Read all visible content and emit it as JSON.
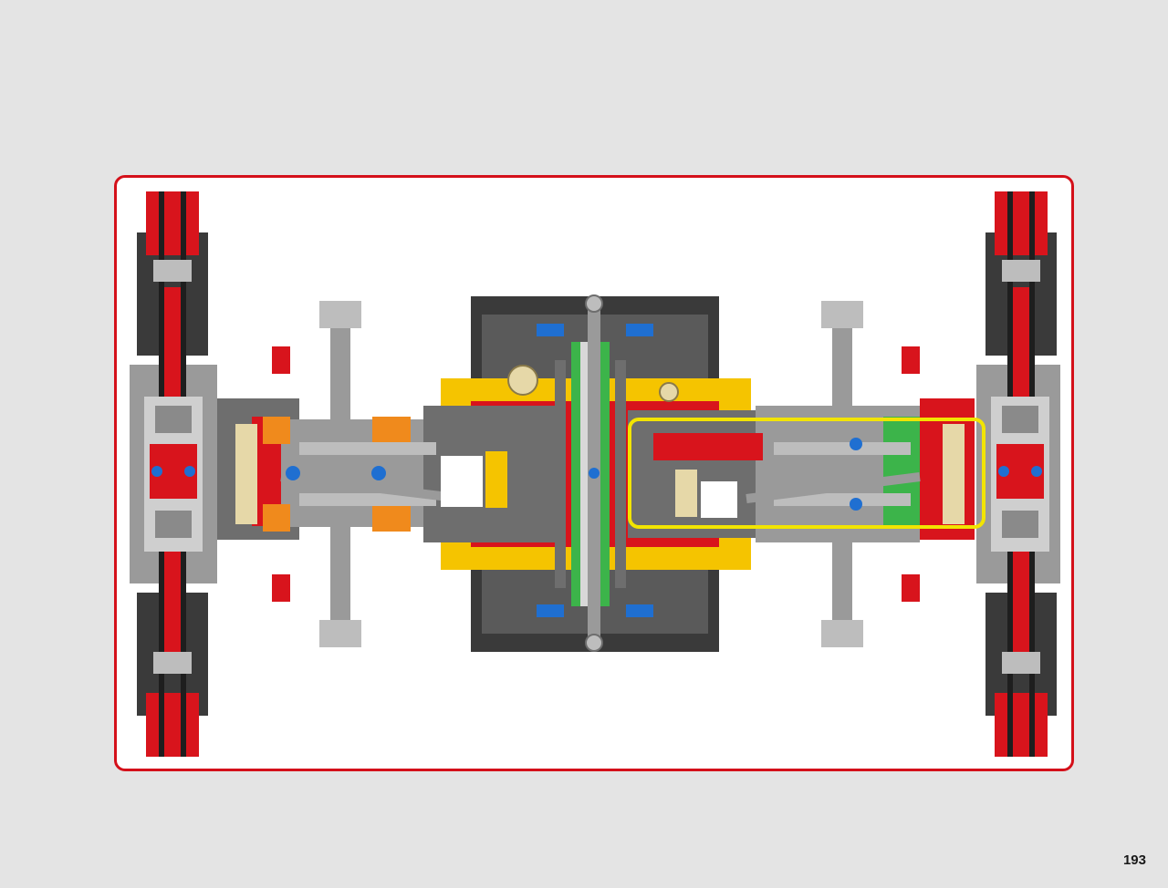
{
  "page": {
    "number": "193"
  },
  "colors": {
    "background": "#e4e4e4",
    "panel_border": "#d4101a",
    "callout": "#f2e400",
    "red": "#d8141c",
    "dark_gray": "#3a3a3a",
    "light_gray": "#9a9a9a",
    "yellow": "#f5c400",
    "green": "#3cb44a",
    "blue": "#1f6fd1",
    "orange": "#f08a1c",
    "tan": "#e6d8a8"
  },
  "illustration": {
    "subject": "technic-chassis-bottom-view",
    "callout_shape": "rounded-rectangle"
  }
}
